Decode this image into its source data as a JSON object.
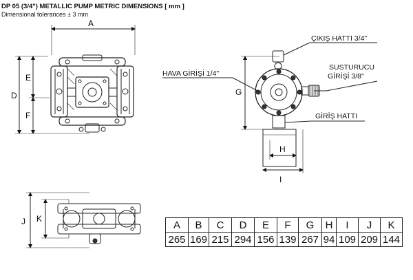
{
  "header": {
    "title": "DP 05 (3/4\") METALLIC PUMP METRIC DIMENSIONS [ mm ]",
    "subtitle": "Dimensional tolerances ± 3 mm"
  },
  "front_view": {
    "labels": {
      "A": "A",
      "D": "D",
      "E": "E",
      "F": "F"
    }
  },
  "side_view": {
    "labels": {
      "G": "G",
      "H": "H",
      "I": "I"
    },
    "callouts": {
      "outlet": "ÇIKIŞ HATTI 3/4\"",
      "air_inlet": "HAVA GİRİŞİ 1/4\"",
      "muffler_line1": "SUSTURUCU",
      "muffler_line2": "GİRİŞİ 3/8\"",
      "inlet": "GİRİŞ HATTI"
    }
  },
  "top_view": {
    "labels": {
      "J": "J",
      "K": "K"
    }
  },
  "dimension_table": {
    "headers": [
      "A",
      "B",
      "C",
      "D",
      "E",
      "F",
      "G",
      "H",
      "I",
      "J",
      "K"
    ],
    "values": [
      "265",
      "169",
      "215",
      "294",
      "156",
      "139",
      "267",
      "94",
      "109",
      "209",
      "144"
    ]
  }
}
